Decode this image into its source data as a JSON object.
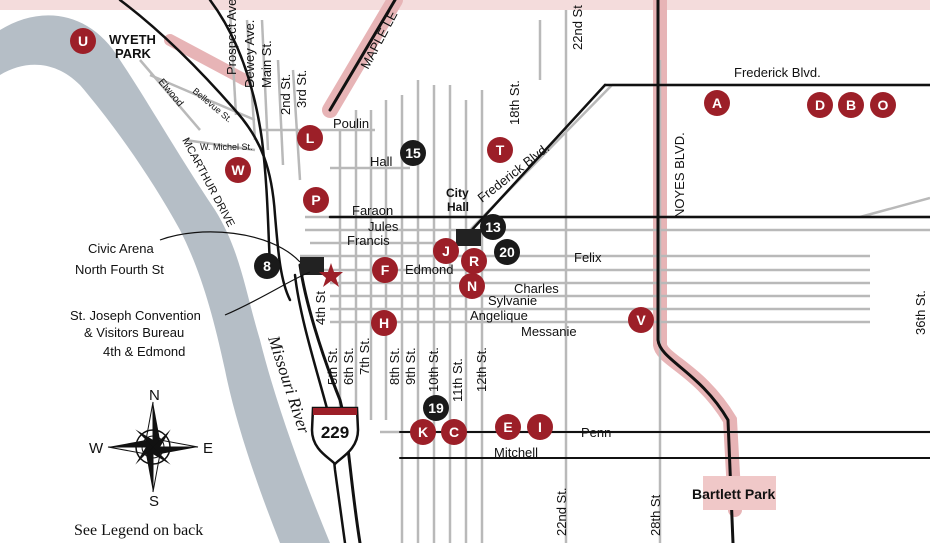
{
  "streets": {
    "maple_leaf": "MAPLE LE",
    "twentysecond_top": "22nd St",
    "eighteenth": "18th St.",
    "prospect": "Prospect Ave.",
    "dewey": "Dewey Ave.",
    "main": "Main St.",
    "second": "2nd St.",
    "third": "3rd St.",
    "poulin": "Poulin",
    "hall": "Hall",
    "frederick_blvd_top": "Frederick Blvd.",
    "frederick_blvd_diag": "Frederick Blvd.",
    "noyes": "NOYES BLVD.",
    "elwood": "Elwood",
    "bellevue": "Bellevue St.",
    "w_michel": "W. Michel St.",
    "mcarthur": "MCARTHUR DRIVE",
    "faraon": "Faraon",
    "jules": "Jules",
    "francis": "Francis",
    "felix": "Felix",
    "edmond": "Edmond",
    "charles": "Charles",
    "sylvanie": "Sylvanie",
    "angelique": "Angelique",
    "messanie": "Messanie",
    "fourth": "4th St",
    "fifth": "5th St.",
    "sixth": "6th St.",
    "seventh": "7th St.",
    "eighth": "8th St.",
    "ninth": "9th St.",
    "tenth": "10th St.",
    "eleventh": "11th St.",
    "twelfth": "12th St.",
    "penn": "Penn",
    "mitchell": "Mitchell",
    "twentysecond_bottom": "22nd St.",
    "twentyeighth": "28th St",
    "thirtysixth": "36th St."
  },
  "places": {
    "wyeth_park": [
      "WYETH",
      "PARK"
    ],
    "city_hall": [
      "City",
      "Hall"
    ],
    "bartlett_park": "Bartlett Park",
    "missouri_river": "Missouri River"
  },
  "callouts": {
    "civic_arena": [
      "Civic Arena",
      "North Fourth St"
    ],
    "convention": [
      "St. Joseph Convention",
      "& Visitors Bureau",
      "4th & Edmond"
    ]
  },
  "highway_shield": "229",
  "compass": {
    "n": "N",
    "s": "S",
    "e": "E",
    "w": "W"
  },
  "legend_note": "See Legend on back",
  "markers_red": [
    "U",
    "L",
    "W",
    "T",
    "P",
    "A",
    "D",
    "B",
    "O",
    "J",
    "R",
    "F",
    "N",
    "H",
    "V",
    "E",
    "I",
    "K",
    "C"
  ],
  "markers_black": [
    "15",
    "13",
    "20",
    "8",
    "19"
  ],
  "colors": {
    "river": "#b5bec6",
    "route_pink": "#e7b4b6",
    "marker_red": "#9c1f28",
    "marker_black": "#1a1a1a",
    "star": "#9c1f28",
    "background": "#ffffff",
    "frame": "#f4dcdc"
  }
}
